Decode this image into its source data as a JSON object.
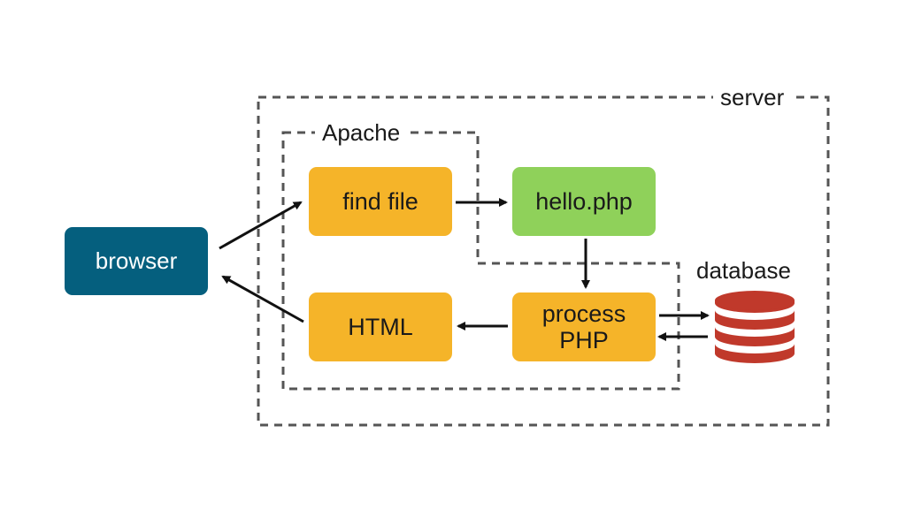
{
  "containers": {
    "server_label": "server",
    "apache_label": "Apache"
  },
  "nodes": {
    "browser": "browser",
    "find_file": "find file",
    "hello_php": "hello.php",
    "html": "HTML",
    "process_php": "process\nPHP",
    "database": "database"
  },
  "colors": {
    "browser": "#055f7e",
    "step": "#f5b429",
    "file": "#8fd15a",
    "database": "#c0392b",
    "border": "#555555",
    "arrow": "#111111"
  }
}
